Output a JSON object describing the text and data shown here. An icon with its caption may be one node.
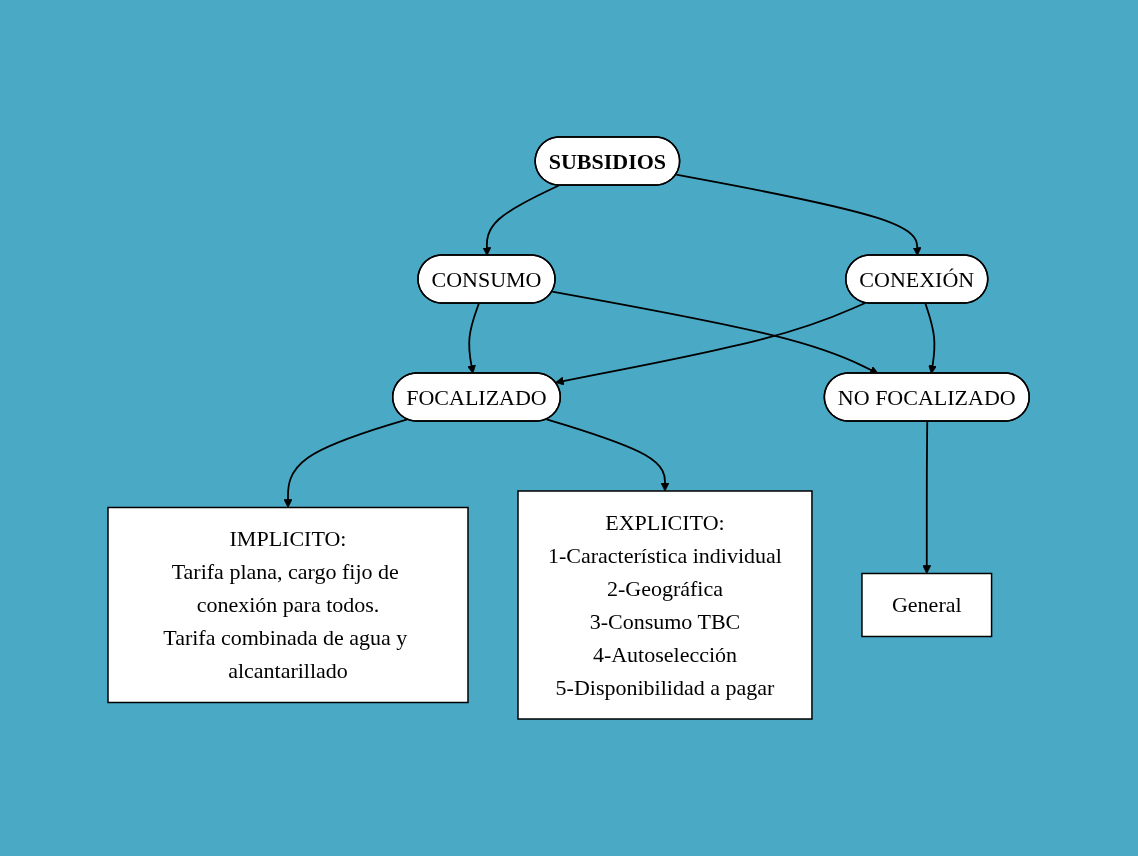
{
  "diagram": {
    "nodes": [
      {
        "text": [
          "SUBSIDIOS"
        ]
      },
      {
        "text": [
          "CONSUMO"
        ]
      },
      {
        "text": [
          "CONEXIÓN"
        ]
      },
      {
        "text": [
          "FOCALIZADO"
        ]
      },
      {
        "text": [
          "NO FOCALIZADO"
        ]
      },
      {
        "text": [
          "IMPLICITO:",
          "Tarifa plana, cargo fijo de conexión para todos.",
          "Tarifa combinada de agua y alcantarillado"
        ]
      },
      {
        "text": [
          "EXPLICITO:",
          "1-Característica individual",
          "2-Geográfica",
          "3-Consumo TBC",
          "4-Autoselección",
          "5-Disponibilidad a pagar"
        ]
      },
      {
        "text": [
          "General"
        ]
      }
    ],
    "edges": [
      {
        "from": 0,
        "to": 1,
        "arrow": "to"
      },
      {
        "from": 0,
        "to": 2,
        "arrow": "to"
      },
      {
        "from": 1,
        "to": 3,
        "arrow": "to"
      },
      {
        "from": 1,
        "to": 4,
        "arrow": "to"
      },
      {
        "from": 2,
        "to": 3,
        "arrow": "to"
      },
      {
        "from": 2,
        "to": 4,
        "arrow": "to"
      },
      {
        "from": 3,
        "to": 5,
        "arrow": "to"
      },
      {
        "from": 3,
        "to": 6,
        "arrow": "to"
      },
      {
        "from": 4,
        "to": 7,
        "arrow": "to"
      }
    ]
  }
}
